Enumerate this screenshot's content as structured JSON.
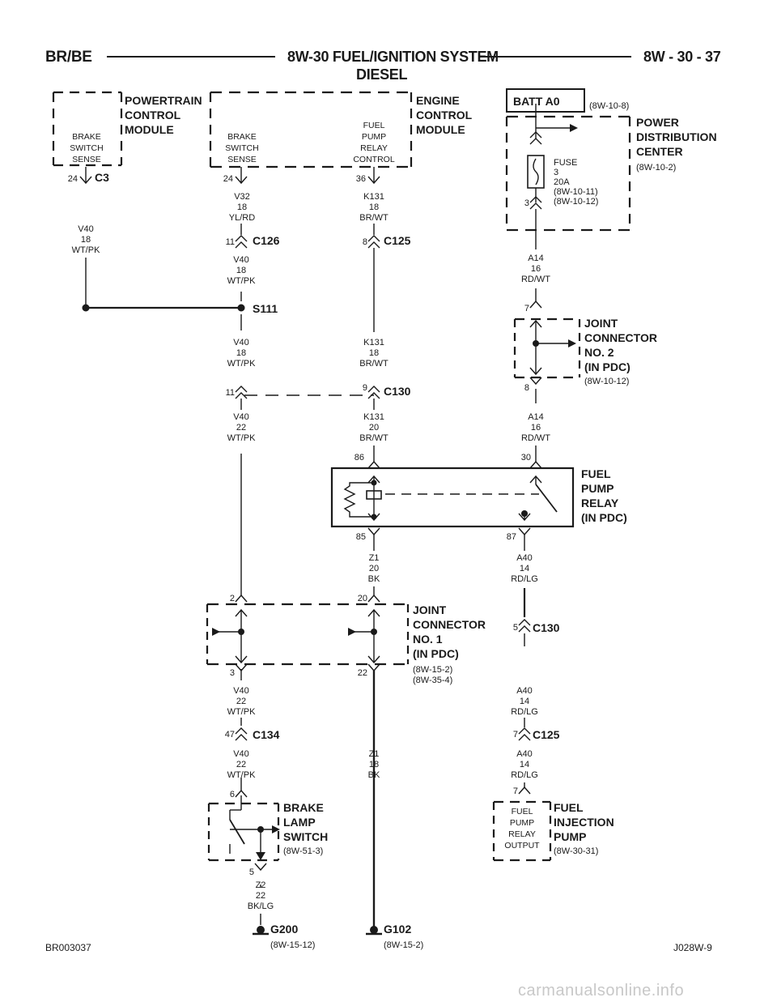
{
  "header": {
    "left": "BR/BE",
    "center_line1": "8W-30 FUEL/IGNITION SYSTEM",
    "center_line2": "DIESEL",
    "right": "8W - 30 - 37"
  },
  "footer": {
    "left_code": "BR003037",
    "right_code": "J028W-9",
    "watermark": "carmanualsonline.info"
  },
  "components": {
    "pcm": {
      "name": [
        "POWERTRAIN",
        "CONTROL",
        "MODULE"
      ],
      "circuit": [
        "BRAKE",
        "SWITCH",
        "SENSE"
      ],
      "pin": "24",
      "connector": "C3"
    },
    "ecm": {
      "name": [
        "ENGINE",
        "CONTROL",
        "MODULE"
      ],
      "circuit_a": [
        "BRAKE",
        "SWITCH",
        "SENSE"
      ],
      "circuit_b": [
        "FUEL",
        "PUMP",
        "RELAY",
        "CONTROL"
      ],
      "pin_a": "24",
      "pin_b": "36"
    },
    "batt": {
      "label": "BATT A0",
      "ref": "(8W-10-8)"
    },
    "pdc": {
      "name": [
        "POWER",
        "DISTRIBUTION",
        "CENTER"
      ],
      "ref": "(8W-10-2)",
      "fuse": [
        "FUSE",
        "3",
        "20A",
        "(8W-10-11)",
        "(8W-10-12)"
      ],
      "pin": "3"
    },
    "jc2": {
      "name": [
        "JOINT",
        "CONNECTOR",
        "NO. 2",
        "(IN PDC)"
      ],
      "ref": "(8W-10-12)",
      "pin_top": "7",
      "pin_bottom": "8"
    },
    "relay": {
      "name": [
        "FUEL",
        "PUMP",
        "RELAY",
        "(IN PDC)"
      ],
      "pin_86": "86",
      "pin_30": "30",
      "pin_85": "85",
      "pin_87": "87"
    },
    "jc1": {
      "name": [
        "JOINT",
        "CONNECTOR",
        "NO. 1",
        "(IN PDC)"
      ],
      "refs": [
        "(8W-15-2)",
        "(8W-35-4)"
      ],
      "pins": [
        "2",
        "20",
        "3",
        "22"
      ]
    },
    "bls": {
      "name": [
        "BRAKE",
        "LAMP",
        "SWITCH"
      ],
      "ref": "(8W-51-3)",
      "pin_top": "6",
      "pin_bottom": "5"
    },
    "fip": {
      "name": [
        "FUEL",
        "INJECTION",
        "PUMP"
      ],
      "ref": "(8W-30-31)",
      "circuit": [
        "FUEL",
        "PUMP",
        "RELAY",
        "OUTPUT"
      ],
      "pin": "7"
    }
  },
  "wires": {
    "v40_pcm": [
      "V40",
      "18",
      "WT/PK"
    ],
    "v32": [
      "V32",
      "18",
      "YL/RD"
    ],
    "k131_top": [
      "K131",
      "18",
      "BR/WT"
    ],
    "a14_top": [
      "A14",
      "16",
      "RD/WT"
    ],
    "v40_c126": [
      "V40",
      "18",
      "WT/PK"
    ],
    "v40_s111": [
      "V40",
      "18",
      "WT/PK"
    ],
    "k131_mid": [
      "K131",
      "18",
      "BR/WT"
    ],
    "v40_c130": [
      "V40",
      "22",
      "WT/PK"
    ],
    "k131_c130": [
      "K131",
      "20",
      "BR/WT"
    ],
    "a14_bottom": [
      "A14",
      "16",
      "RD/WT"
    ],
    "z1_relay": [
      "Z1",
      "20",
      "BK"
    ],
    "a40_relay": [
      "A40",
      "14",
      "RD/LG"
    ],
    "v40_jc1": [
      "V40",
      "22",
      "WT/PK"
    ],
    "a40_c130": [
      "A40",
      "14",
      "RD/LG"
    ],
    "v40_c134": [
      "V40",
      "22",
      "WT/PK"
    ],
    "z1_g102": [
      "Z1",
      "18",
      "BK"
    ],
    "a40_c125": [
      "A40",
      "14",
      "RD/LG"
    ],
    "z2": [
      "Z2",
      "22",
      "BK/LG"
    ]
  },
  "connectors": {
    "c126": {
      "name": "C126",
      "pin": "11"
    },
    "c125_top": {
      "name": "C125",
      "pin": "8"
    },
    "s111": {
      "name": "S111"
    },
    "c130_top": {
      "name": "C130",
      "pin_left": "11",
      "pin_right": "9"
    },
    "c130_right": {
      "name": "C130",
      "pin": "5"
    },
    "c134": {
      "name": "C134",
      "pin": "47"
    },
    "c125_right": {
      "name": "C125",
      "pin": "7"
    }
  },
  "grounds": {
    "g200": {
      "name": "G200",
      "ref": "(8W-15-12)"
    },
    "g102": {
      "name": "G102",
      "ref": "(8W-15-2)"
    }
  }
}
